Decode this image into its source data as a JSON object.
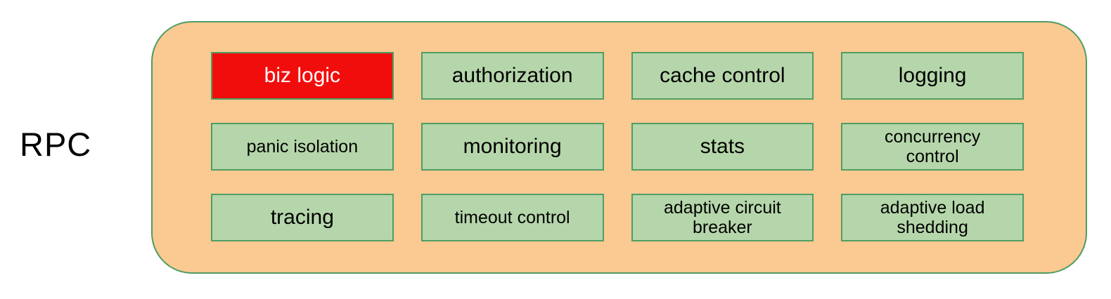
{
  "diagram": {
    "label": "RPC",
    "container": {
      "fill": "#fbc992",
      "border_color": "#4e9c62"
    },
    "box_colors": {
      "default_fill": "#b5d6aa",
      "default_border": "#4f9e63",
      "default_text": "#000000",
      "highlight_fill": "#f20d0d",
      "highlight_border": "#4f9e63",
      "highlight_text": "#ffffff"
    },
    "modules": [
      {
        "label": "biz logic",
        "highlight": true,
        "size": "large"
      },
      {
        "label": "authorization",
        "highlight": false,
        "size": "large"
      },
      {
        "label": "cache control",
        "highlight": false,
        "size": "large"
      },
      {
        "label": "logging",
        "highlight": false,
        "size": "large"
      },
      {
        "label": "panic isolation",
        "highlight": false,
        "size": "small"
      },
      {
        "label": "monitoring",
        "highlight": false,
        "size": "large"
      },
      {
        "label": "stats",
        "highlight": false,
        "size": "large"
      },
      {
        "label": "concurrency\ncontrol",
        "highlight": false,
        "size": "small"
      },
      {
        "label": "tracing",
        "highlight": false,
        "size": "large"
      },
      {
        "label": "timeout control",
        "highlight": false,
        "size": "small"
      },
      {
        "label": "adaptive circuit\nbreaker",
        "highlight": false,
        "size": "small"
      },
      {
        "label": "adaptive load\nshedding",
        "highlight": false,
        "size": "small"
      }
    ]
  }
}
